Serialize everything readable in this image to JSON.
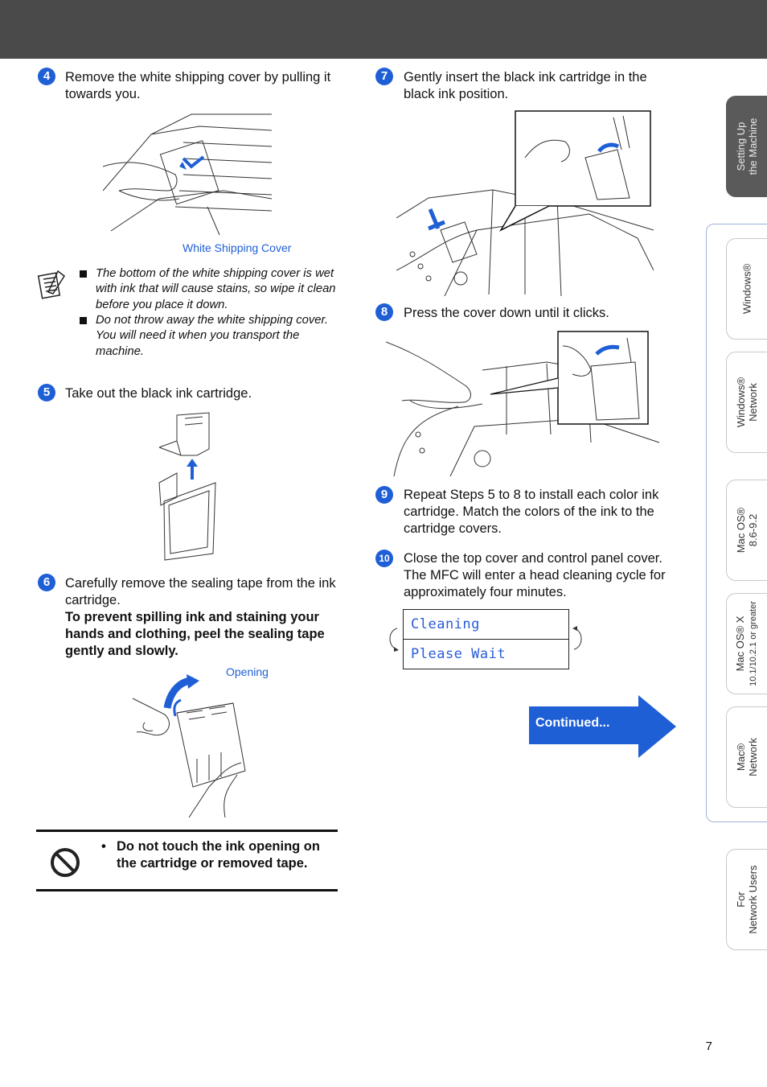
{
  "header": {},
  "steps": {
    "s4": {
      "num": "4",
      "text": "Remove the white shipping cover by pulling it towards you.",
      "caption": "White Shipping Cover"
    },
    "s5": {
      "num": "5",
      "text": "Take out the black ink cartridge."
    },
    "s6": {
      "num": "6",
      "text": "Carefully remove the sealing tape from the ink cartridge.",
      "bold": "To prevent spilling ink and staining your hands and clothing, peel the sealing tape gently and slowly.",
      "caption": "Opening"
    },
    "s7": {
      "num": "7",
      "text": "Gently insert the black ink cartridge in the black ink position."
    },
    "s8": {
      "num": "8",
      "text": "Press the cover down until it clicks."
    },
    "s9": {
      "num": "9",
      "text": "Repeat Steps 5 to 8 to install each color ink cartridge. Match the colors of the ink to the cartridge covers."
    },
    "s10": {
      "num": "10",
      "text": "Close the top cover and control panel cover. The MFC will enter a head cleaning cycle for approximately four minutes."
    }
  },
  "note": {
    "icon": "note-pad-icon",
    "items": [
      "The bottom of the white shipping cover is wet with ink that will cause stains, so wipe it clean before you place it down.",
      "Do not throw away the white shipping cover. You will need it when you transport the machine."
    ]
  },
  "warning": {
    "icon": "prohibited-icon",
    "text": "Do not touch the ink opening on the cartridge or removed tape."
  },
  "lcd": {
    "line1": "Cleaning",
    "line2": "Please Wait"
  },
  "continued": "Continued...",
  "tabs": [
    {
      "line1": "Setting Up",
      "line2": "the Machine"
    },
    {
      "line1": "Windows®",
      "line2": ""
    },
    {
      "line1": "Windows®",
      "line2": "Network"
    },
    {
      "line1": "Mac OS®",
      "line2": "8.6-9.2"
    },
    {
      "line1": "Mac OS® X",
      "line2": "10.1/10.2.1 or greater"
    },
    {
      "line1": "Mac®",
      "line2": "Network"
    },
    {
      "line1": "For",
      "line2": "Network Users"
    }
  ],
  "page_number": "7",
  "colors": {
    "accent": "#1f5fd6",
    "header_bar": "#4a4a4a",
    "active_tab": "#5a5a5a"
  }
}
